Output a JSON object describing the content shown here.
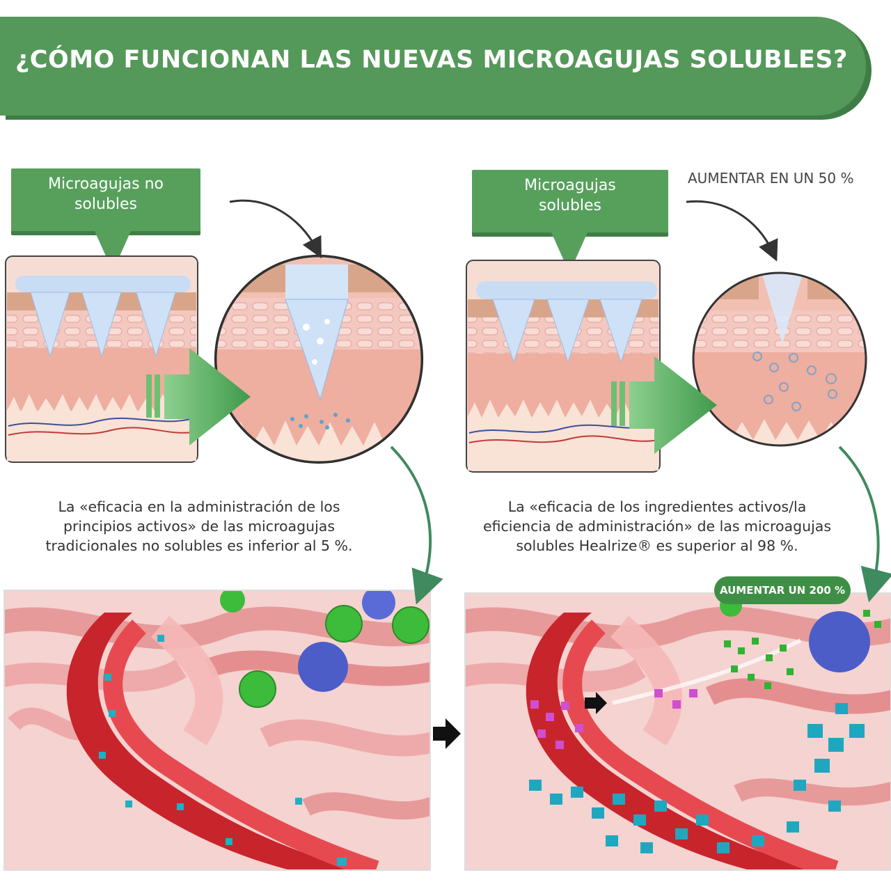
{
  "title": "¿CÓMO FUNCIONAN LAS NUEVAS MICROAGUJAS SOLUBLES?",
  "left_panel": {
    "label_line1": "Microagujas no",
    "label_line2": "solubles",
    "description": [
      "La «eficacia en la administración de los",
      "principios activos» de las microagujas",
      "tradicionales no solubles es inferior al 5 %."
    ]
  },
  "right_panel": {
    "label_line1": "Microagujas",
    "label_line2": "solubles",
    "increase_note": "AUMENTAR EN UN 50 %",
    "description": [
      "La «eficacia de los ingredientes activos/la",
      "eficiencia de administración» de las microagujas",
      "solubles Healrize® es superior al 98 %."
    ],
    "badge": "AUMENTAR UN 200 %"
  },
  "colors": {
    "banner_green": "#54985a",
    "callout_green": "#57a05c",
    "arrow_green": "#3f8a5f",
    "skin_pink": "#eeaea0",
    "vessel_red": "#d9363d",
    "fiber_pink": "#e79a9a"
  }
}
